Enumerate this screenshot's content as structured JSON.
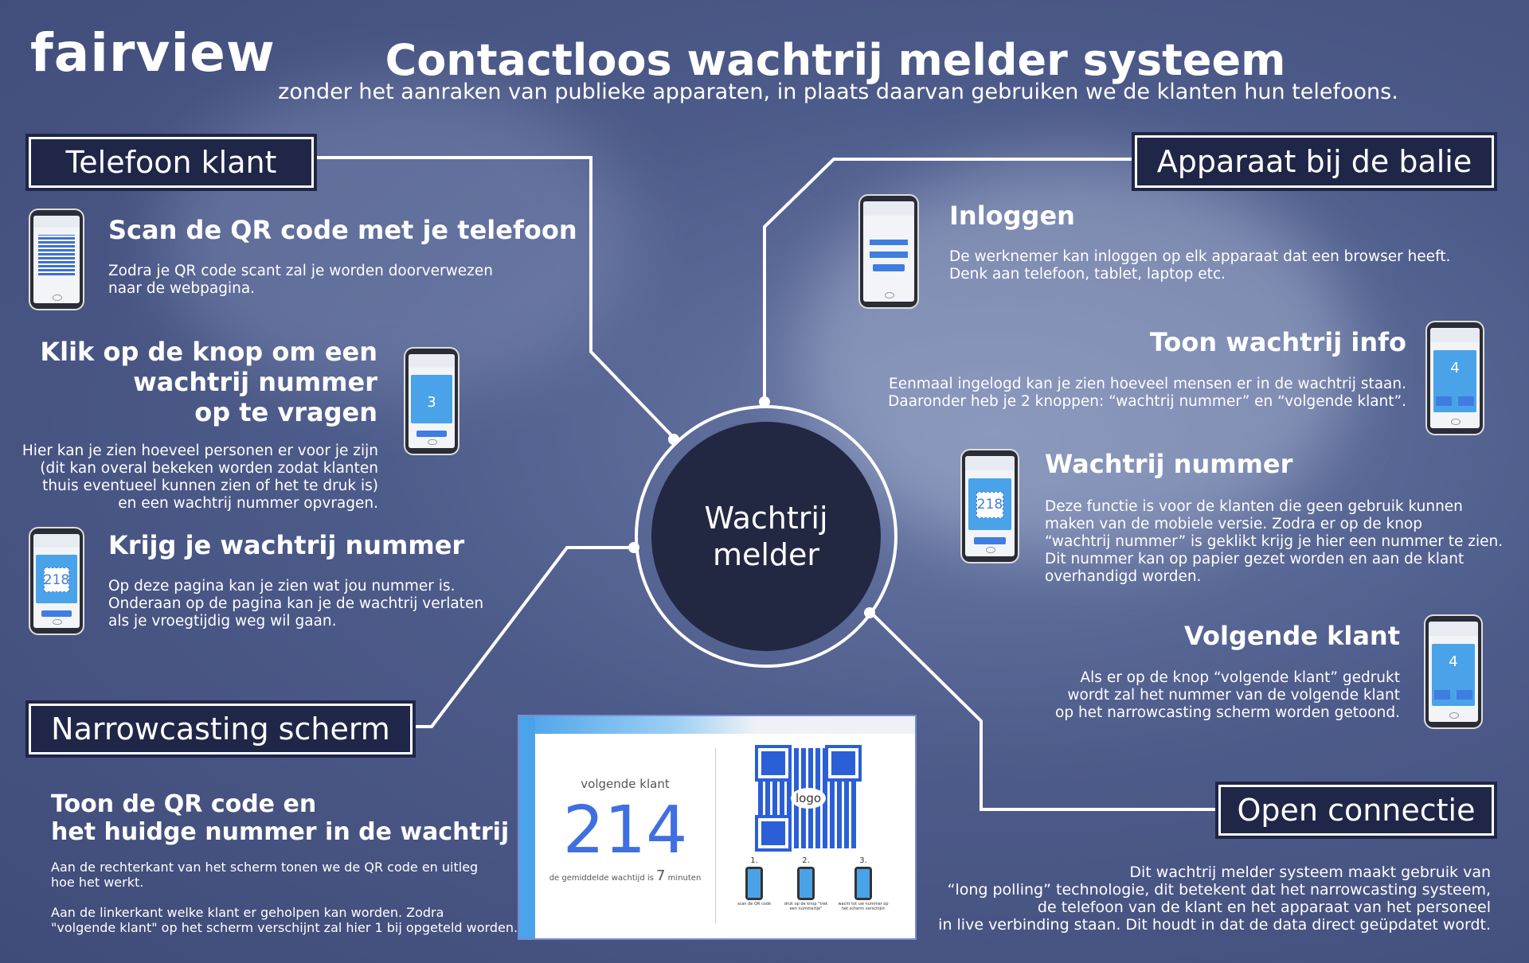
{
  "brand": "fairview",
  "title": "Contactloos wachtrij melder systeem",
  "subtitle": "zonder het aanraken van publieke apparaten, in plaats daarvan gebruiken we de klanten hun telefoons.",
  "center_label": [
    "Wachtrij",
    "melder"
  ],
  "sections": {
    "phone": "Telefoon klant",
    "counter": "Apparaat bij de balie",
    "narrowcasting": "Narrowcasting scherm",
    "connection": "Open connectie"
  },
  "left": {
    "scan": {
      "heading": "Scan de QR code met je telefoon",
      "text": [
        "Zodra je QR code scant zal je worden doorverwezen",
        "naar de webpagina."
      ]
    },
    "click": {
      "heading": [
        "Klik op de knop om een",
        "wachtrij nummer",
        "op te vragen"
      ],
      "text": [
        "Hier kan je zien hoeveel personen er voor je zijn",
        "(dit kan overal bekeken worden zodat klanten",
        "thuis eventueel kunnen zien of het te druk is)",
        "en een wachtrij nummer opvragen."
      ]
    },
    "receive": {
      "heading": "Krijg je wachtrij nummer",
      "text": [
        "Op deze pagina kan je zien wat jou nummer is.",
        "Onderaan op de pagina kan je de wachtrij verlaten",
        "als je vroegtijdig weg wil gaan."
      ]
    },
    "narrow": {
      "heading": [
        "Toon de QR code en",
        "het huidge nummer in de wachtrij"
      ],
      "text1": [
        "Aan de rechterkant van het scherm tonen we de QR code en uitleg",
        "hoe het werkt."
      ],
      "text2": [
        "Aan de linkerkant welke klant er geholpen kan worden. Zodra",
        "\"volgende klant\" op het scherm verschijnt zal hier 1 bij opgeteld worden."
      ]
    }
  },
  "right": {
    "login": {
      "heading": "Inloggen",
      "text": [
        "De werknemer kan inloggen op elk apparaat dat een browser heeft.",
        "Denk aan telefoon, tablet, laptop etc."
      ]
    },
    "info": {
      "heading": "Toon wachtrij info",
      "text": [
        "Eenmaal ingelogd kan je zien hoeveel mensen er in de wachtrij staan.",
        "Daaronder heb je 2 knoppen: “wachtrij nummer” en “volgende klant”."
      ]
    },
    "number": {
      "heading": "Wachtrij nummer",
      "text": [
        "Deze functie is voor de klanten die geen gebruik kunnen",
        "maken van de mobiele versie. Zodra er op de knop",
        "“wachtrij nummer” is geklikt krijg je hier een nummer te zien.",
        "Dit nummer kan op papier gezet worden en aan de klant",
        "overhandigd worden."
      ]
    },
    "next": {
      "heading": "Volgende klant",
      "text": [
        "Als er op de knop “volgende klant” gedrukt",
        "wordt zal het nummer van de volgende klant",
        "op het narrowcasting scherm worden getoond."
      ]
    },
    "connection": {
      "text": [
        "Dit wachtrij melder systeem maakt gebruik van",
        "“long polling” technologie, dit betekent dat het narrowcasting systeem,",
        "de telefoon van de klant en het apparaat van het personeel",
        "in live verbinding staan. Dit houdt in dat de data direct geüpdatet wordt."
      ]
    }
  },
  "phones": {
    "queue_count": "3",
    "ticket": "218",
    "counter_count": "4"
  },
  "screen": {
    "label": "volgende klant",
    "number": "214",
    "wait_prefix": "de gemiddelde wachtijd is",
    "wait_value": "7",
    "wait_suffix": "minuten",
    "qr_label": "logo",
    "steps": [
      "1.",
      "2.",
      "3."
    ],
    "step_texts": [
      "scan de QR code",
      "druk op de knop \"trek een nummertje\"",
      "wacht tot uw nummer op het scherm verschijnt"
    ]
  }
}
